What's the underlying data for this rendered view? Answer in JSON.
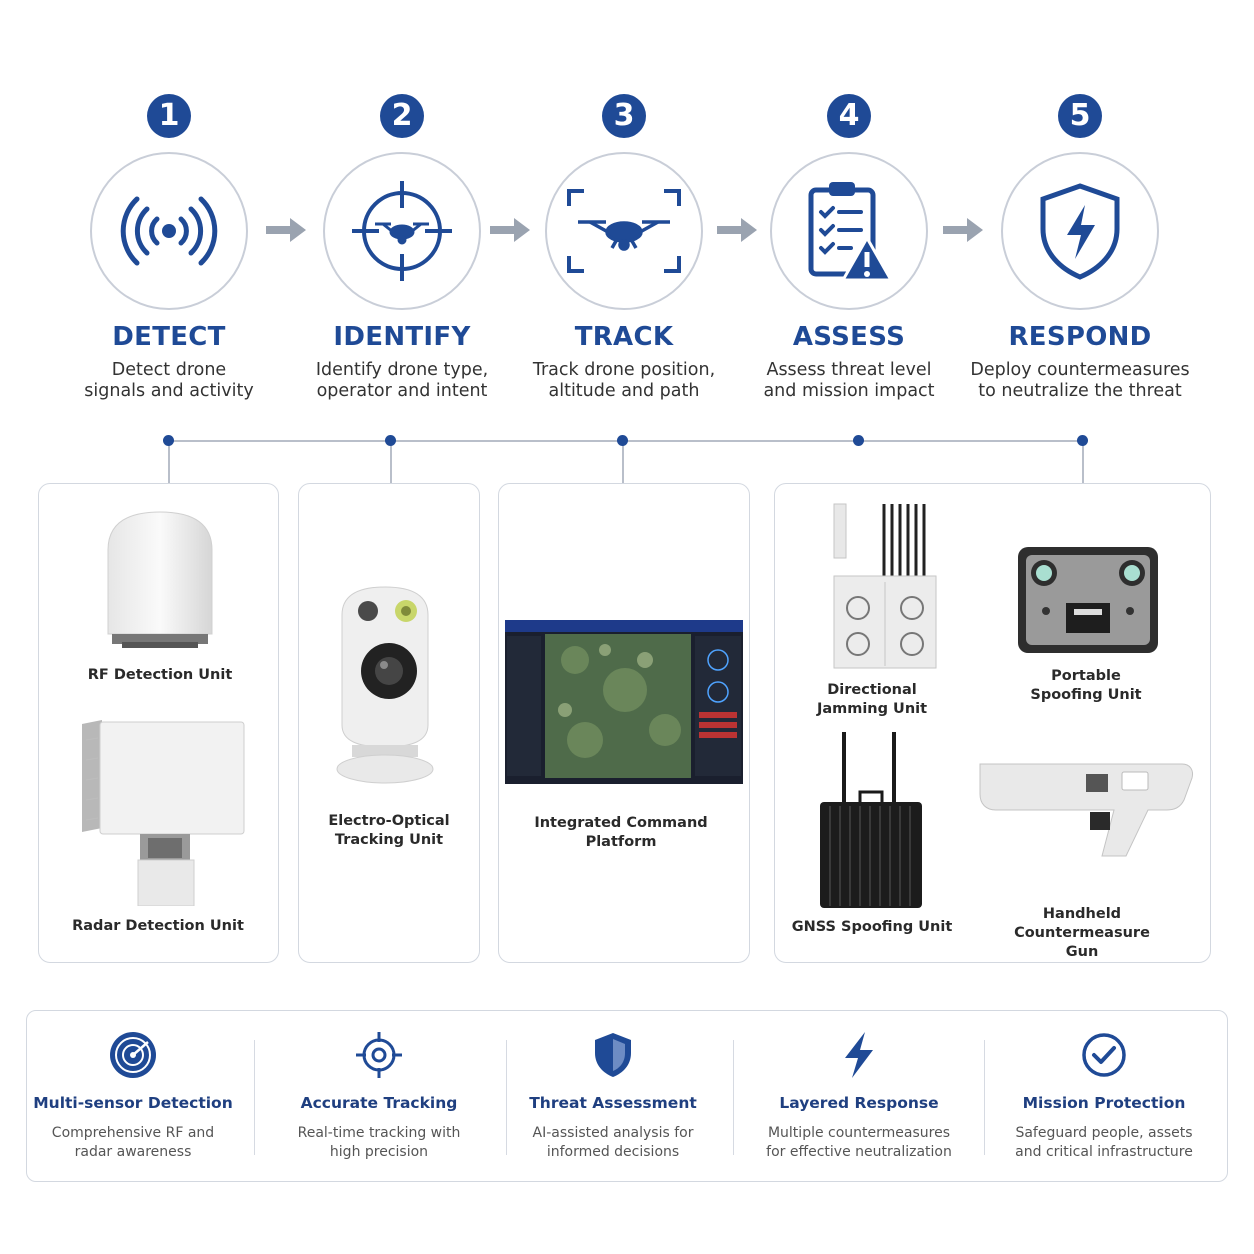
{
  "steps": [
    {
      "number": "1",
      "title": "DETECT",
      "desc_line1": "Detect drone",
      "desc_line2": "signals and activity",
      "icon": "rf-signal-icon"
    },
    {
      "number": "2",
      "title": "IDENTIFY",
      "desc_line1": "Identify drone type,",
      "desc_line2": "operator and intent",
      "icon": "crosshair-drone-icon"
    },
    {
      "number": "3",
      "title": "TRACK",
      "desc_line1": "Track drone position,",
      "desc_line2": "altitude and path",
      "icon": "framed-drone-icon"
    },
    {
      "number": "4",
      "title": "ASSESS",
      "desc_line1": "Assess threat level",
      "desc_line2": "and mission impact",
      "icon": "clipboard-warning-icon"
    },
    {
      "number": "5",
      "title": "RESPOND",
      "desc_line1": "Deploy countermeasures",
      "desc_line2": "to neutralize the threat",
      "icon": "shield-lightning-icon"
    }
  ],
  "products": {
    "rf_detection": "RF Detection Unit",
    "radar_detection": "Radar Detection Unit",
    "eo_line1": "Electro-Optical",
    "eo_line2": "Tracking Unit",
    "command_line1": "Integrated Command",
    "command_line2": "Platform",
    "jamming_line1": "Directional",
    "jamming_line2": "Jamming Unit",
    "portable_line1": "Portable",
    "portable_line2": "Spoofing Unit",
    "gnss": "GNSS Spoofing Unit",
    "handheld_line1": "Handheld Countermeasure",
    "handheld_line2": "Gun"
  },
  "features": [
    {
      "title": "Multi-sensor Detection",
      "desc_line1": "Comprehensive RF and",
      "desc_line2": "radar awareness",
      "icon": "radar-icon"
    },
    {
      "title": "Accurate Tracking",
      "desc_line1": "Real-time tracking with",
      "desc_line2": "high precision",
      "icon": "target-icon"
    },
    {
      "title": "Threat Assessment",
      "desc_line1": "AI-assisted analysis for",
      "desc_line2": "informed decisions",
      "icon": "shield-icon"
    },
    {
      "title": "Layered Response",
      "desc_line1": "Multiple countermeasures",
      "desc_line2": "for effective neutralization",
      "icon": "lightning-icon"
    },
    {
      "title": "Mission Protection",
      "desc_line1": "Safeguard people, assets",
      "desc_line2": "and critical infrastructure",
      "icon": "check-circle-icon"
    }
  ],
  "colors": {
    "accent": "#1f4a96",
    "arrow": "#9aa3b0",
    "border": "#d3d8e0"
  }
}
